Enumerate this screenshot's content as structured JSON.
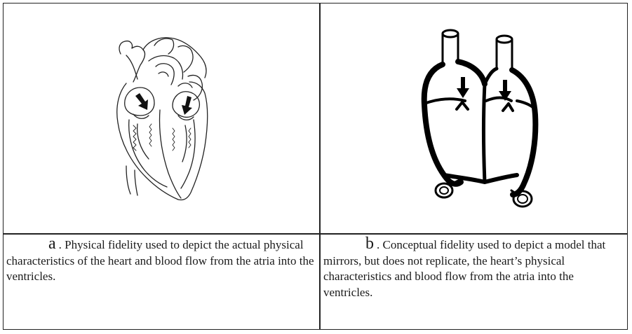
{
  "panels": [
    {
      "letter": "a",
      "caption": ". Physical fidelity used to depict the actual physical characteristics of the heart and blood flow from the atria into the ventricles."
    },
    {
      "letter": "b",
      "caption": ". Conceptual fidelity used to depict a model that mirrors, but does not replicate, the heart’s physical characteristics and blood flow from the atria into the ventricles."
    }
  ]
}
